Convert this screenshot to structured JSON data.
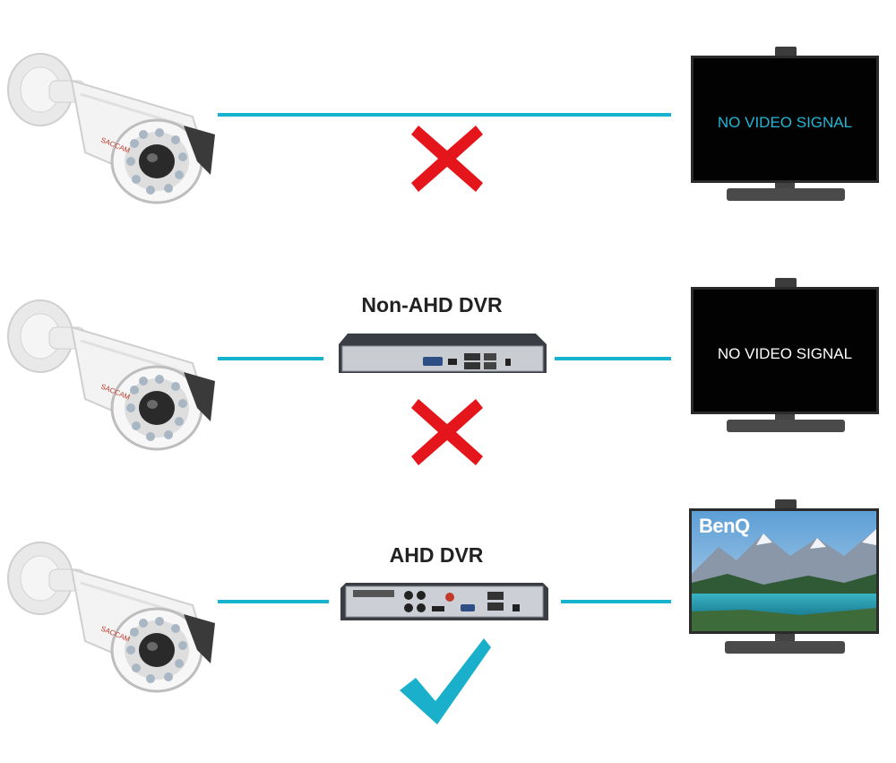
{
  "colors": {
    "cable": "#16b3cf",
    "cross": "#e4161b",
    "check": "#1ab0cc",
    "no_signal_row1": "#23b6d6",
    "no_signal_row2": "#ffffff"
  },
  "rows": [
    {
      "label": "",
      "monitor_text": "NO VIDEO SIGNAL",
      "result": "cross"
    },
    {
      "label": "Non-AHD DVR",
      "monitor_text": "NO VIDEO SIGNAL",
      "result": "cross"
    },
    {
      "label": "AHD DVR",
      "monitor_text": "",
      "result": "check"
    }
  ],
  "camera_brand": "SACCAM",
  "monitor_brand": "BenQ"
}
